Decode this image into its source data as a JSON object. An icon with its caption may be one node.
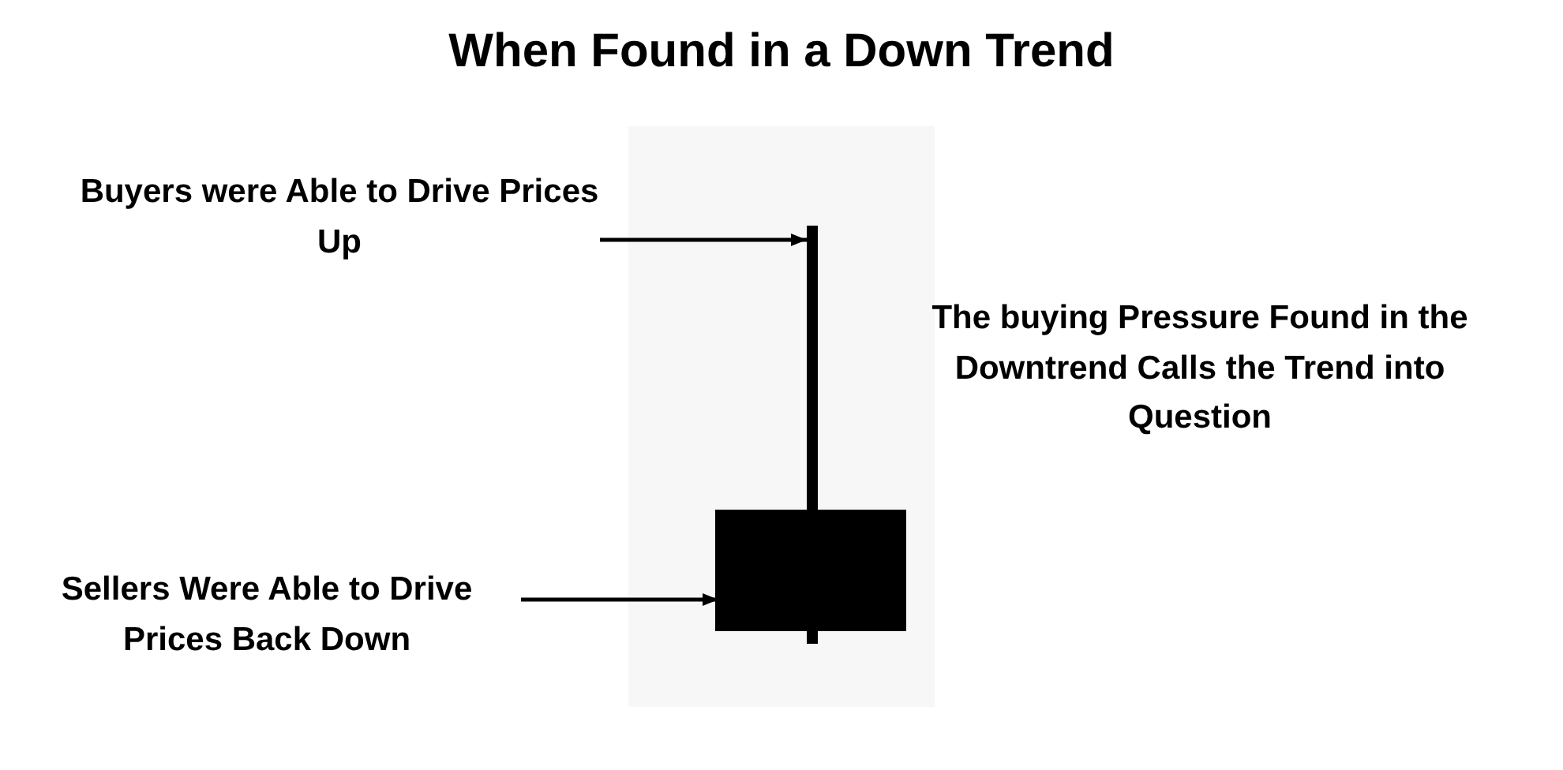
{
  "diagram": {
    "title": "When Found in a Down Trend",
    "nodes": [
      {
        "text": [
          "Buyers were Able to Drive Prices Up"
        ]
      },
      {
        "text": [],
        "shape": "bar"
      },
      {
        "text": [
          "Sellers Were Able to Drive Prices Back Down"
        ]
      },
      {
        "text": [],
        "shape": "box"
      }
    ],
    "edges": [
      {
        "from": 0,
        "to": 1,
        "arrow": "to"
      },
      {
        "from": 2,
        "to": 3,
        "arrow": "to"
      }
    ],
    "labels": [
      "The buying Pressure Found in the Downtrend Calls the Trend into Question"
    ]
  }
}
